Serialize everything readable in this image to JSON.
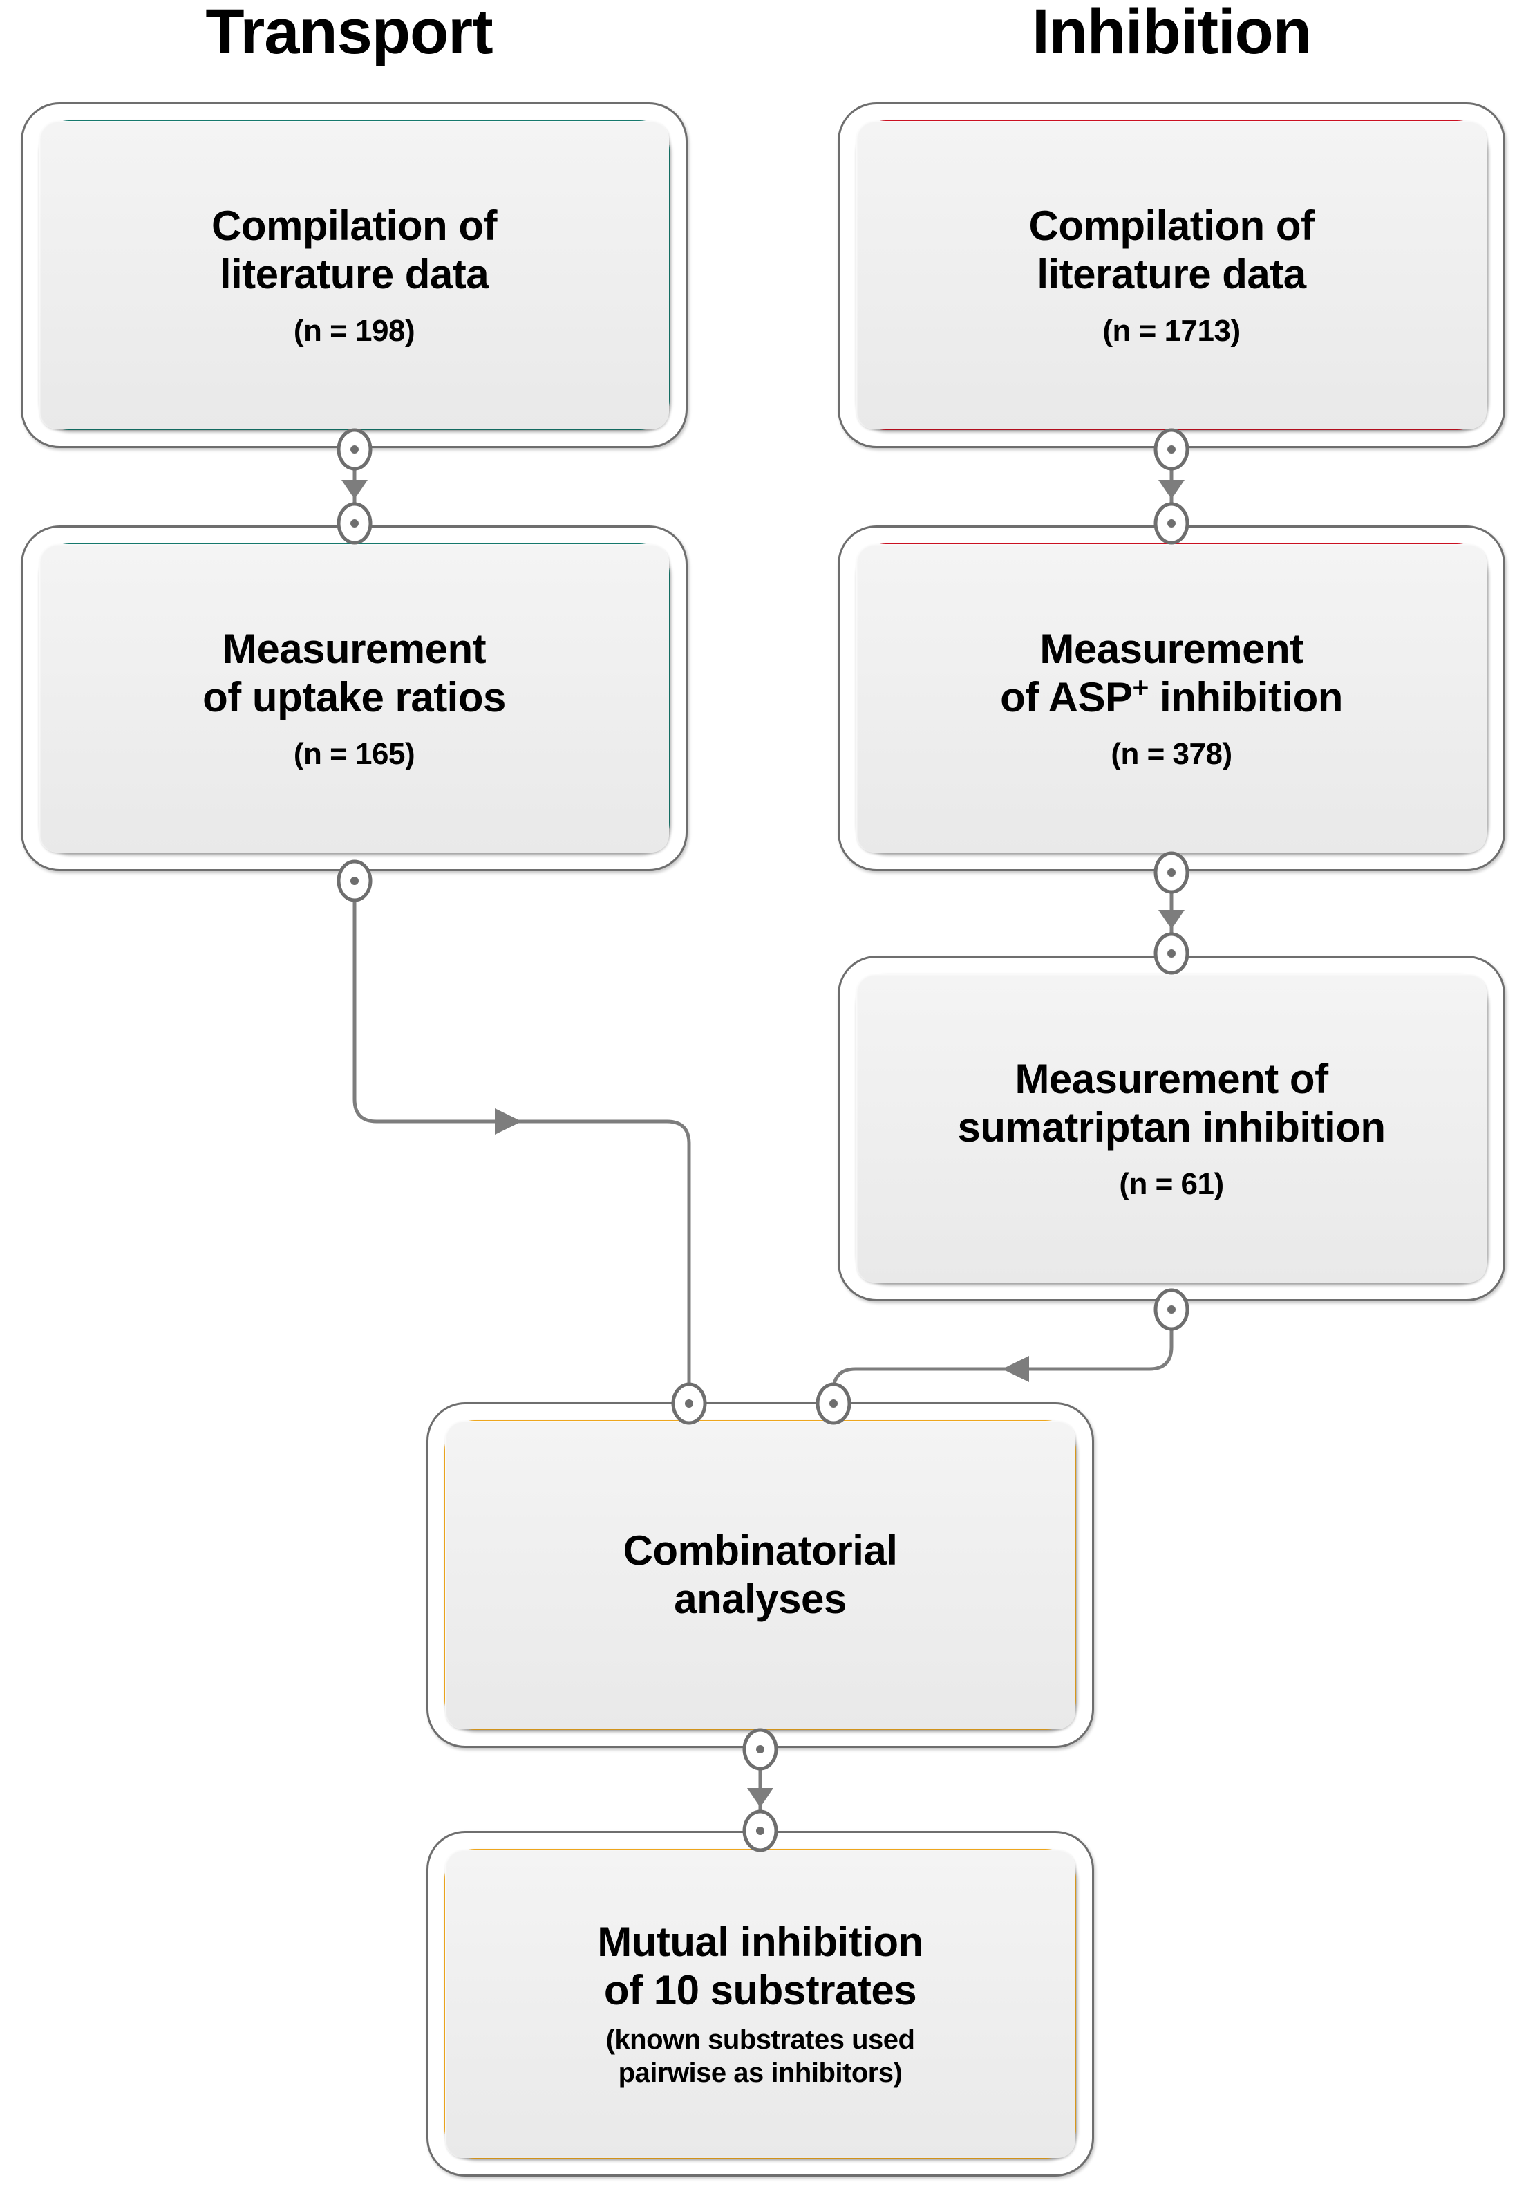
{
  "figure": {
    "type": "flowchart",
    "orientation": "top-down, two parallel columns merging",
    "columns": [
      {
        "id": "transport",
        "title": "Transport",
        "color": "#16796e"
      },
      {
        "id": "inhibition",
        "title": "Inhibition",
        "color": "#cc1122"
      }
    ],
    "merge_color": "#f0a81e",
    "background": "#ffffff"
  },
  "headers": {
    "transport": "Transport",
    "inhibition": "Inhibition"
  },
  "nodes": {
    "transport_compilation": {
      "title": "Compilation of\nliterature data",
      "count": "(n = 198)",
      "color": "#16796e",
      "column": "Transport"
    },
    "transport_uptake": {
      "title": "Measurement\nof uptake ratios",
      "count": "(n = 165)",
      "color": "#16796e",
      "column": "Transport"
    },
    "inhibition_compilation": {
      "title": "Compilation of\nliterature data",
      "count": "(n = 1713)",
      "color": "#cc1122",
      "column": "Inhibition"
    },
    "inhibition_asp": {
      "title_line1": "Measurement",
      "title_line2_pre": "of ASP",
      "title_line2_sup": "+",
      "title_line2_post": " inhibition",
      "title_plain": "Measurement of ASP+ inhibition",
      "count": "(n = 378)",
      "color": "#cc1122",
      "column": "Inhibition"
    },
    "inhibition_sumatriptan": {
      "title": "Measurement of\nsumatriptan inhibition",
      "count": "(n = 61)",
      "color": "#cc1122",
      "column": "Inhibition"
    },
    "combinatorial": {
      "title": "Combinatorial\nanalyses",
      "count": "",
      "color": "#f0a81e",
      "column": "merged"
    },
    "mutual": {
      "title": "Mutual inhibition\nof 10 substrates",
      "count": "(known substrates used\npairwise as inhibitors)",
      "color": "#f0a81e",
      "column": "merged"
    }
  },
  "edges": [
    {
      "from": "transport_compilation",
      "to": "transport_uptake",
      "style": "straight-down-arrow"
    },
    {
      "from": "inhibition_compilation",
      "to": "inhibition_asp",
      "style": "straight-down-arrow"
    },
    {
      "from": "inhibition_asp",
      "to": "inhibition_sumatriptan",
      "style": "straight-down-arrow"
    },
    {
      "from": "transport_uptake",
      "to": "combinatorial",
      "style": "elbow-right-then-down"
    },
    {
      "from": "inhibition_sumatriptan",
      "to": "combinatorial",
      "style": "elbow-left-then-down"
    },
    {
      "from": "combinatorial",
      "to": "mutual",
      "style": "straight-down-arrow"
    }
  ]
}
